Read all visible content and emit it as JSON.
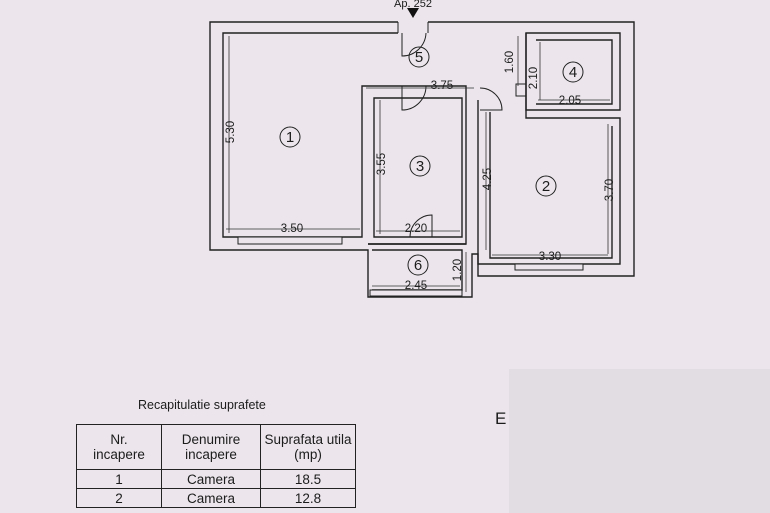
{
  "plan": {
    "apartment_label": "Ap. 252",
    "rooms": [
      "1",
      "2",
      "3",
      "4",
      "5",
      "6"
    ],
    "dimensions": {
      "r1_height": "5.30",
      "r1_width": "3.50",
      "r3_height": "3.55",
      "r3_width": "2.20",
      "hall_width": "3.75",
      "hall_height": "1.60",
      "r4_height": "2.10",
      "r4_width": "2.05",
      "r2_left": "4.25",
      "r2_right": "3.70",
      "r2_width": "3.30",
      "r6_height": "1.20",
      "r6_width": "2.45"
    }
  },
  "recap": {
    "title": "Recapitulatie suprafete",
    "headers": [
      "Nr.\nincapere",
      "Denumire\nincapere",
      "Suprafata utila\n(mp)"
    ],
    "rows": [
      [
        "1",
        "Camera",
        "18.5"
      ],
      [
        "2",
        "Camera",
        "12.8"
      ]
    ]
  },
  "side_letter": "E"
}
